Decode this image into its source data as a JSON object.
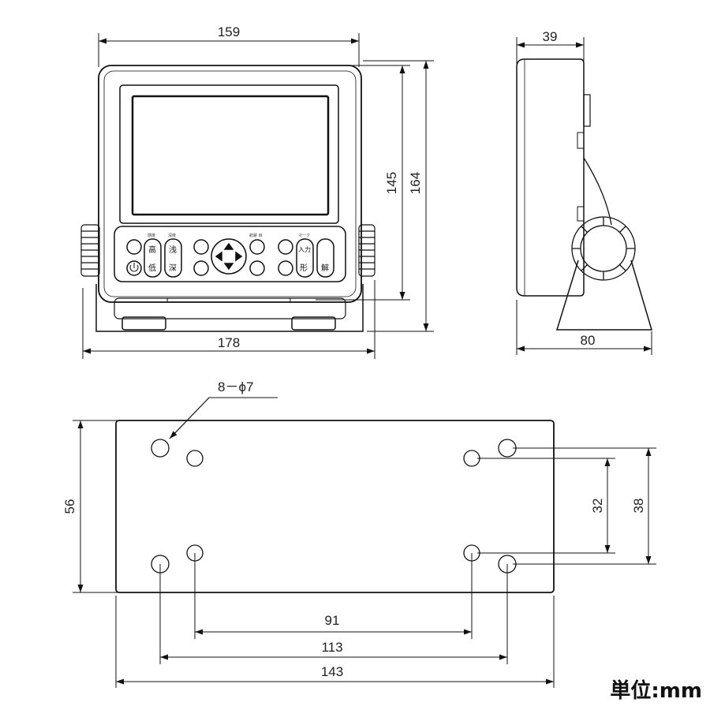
{
  "dimensions": {
    "front_width": "159",
    "front_height_145": "145",
    "front_height_164": "164",
    "bracket_width": "178",
    "side_depth": "39",
    "side_base": "80",
    "hole_spec": "8－ϕ7",
    "plate_height": "56",
    "inner_hole_vertical": "32",
    "outer_hole_vertical": "38",
    "inner_hole_horizontal": "91",
    "middle_hole_horizontal": "113",
    "plate_width": "143"
  },
  "keypad": {
    "labels_top": [
      "高",
      "浅",
      "入力"
    ],
    "labels_bottom": [
      "低",
      "深",
      "形",
      "解"
    ],
    "small_labels": [
      "感度",
      "深度",
      "航跡 目",
      "マーク"
    ]
  },
  "unit_label": "単位:mm"
}
